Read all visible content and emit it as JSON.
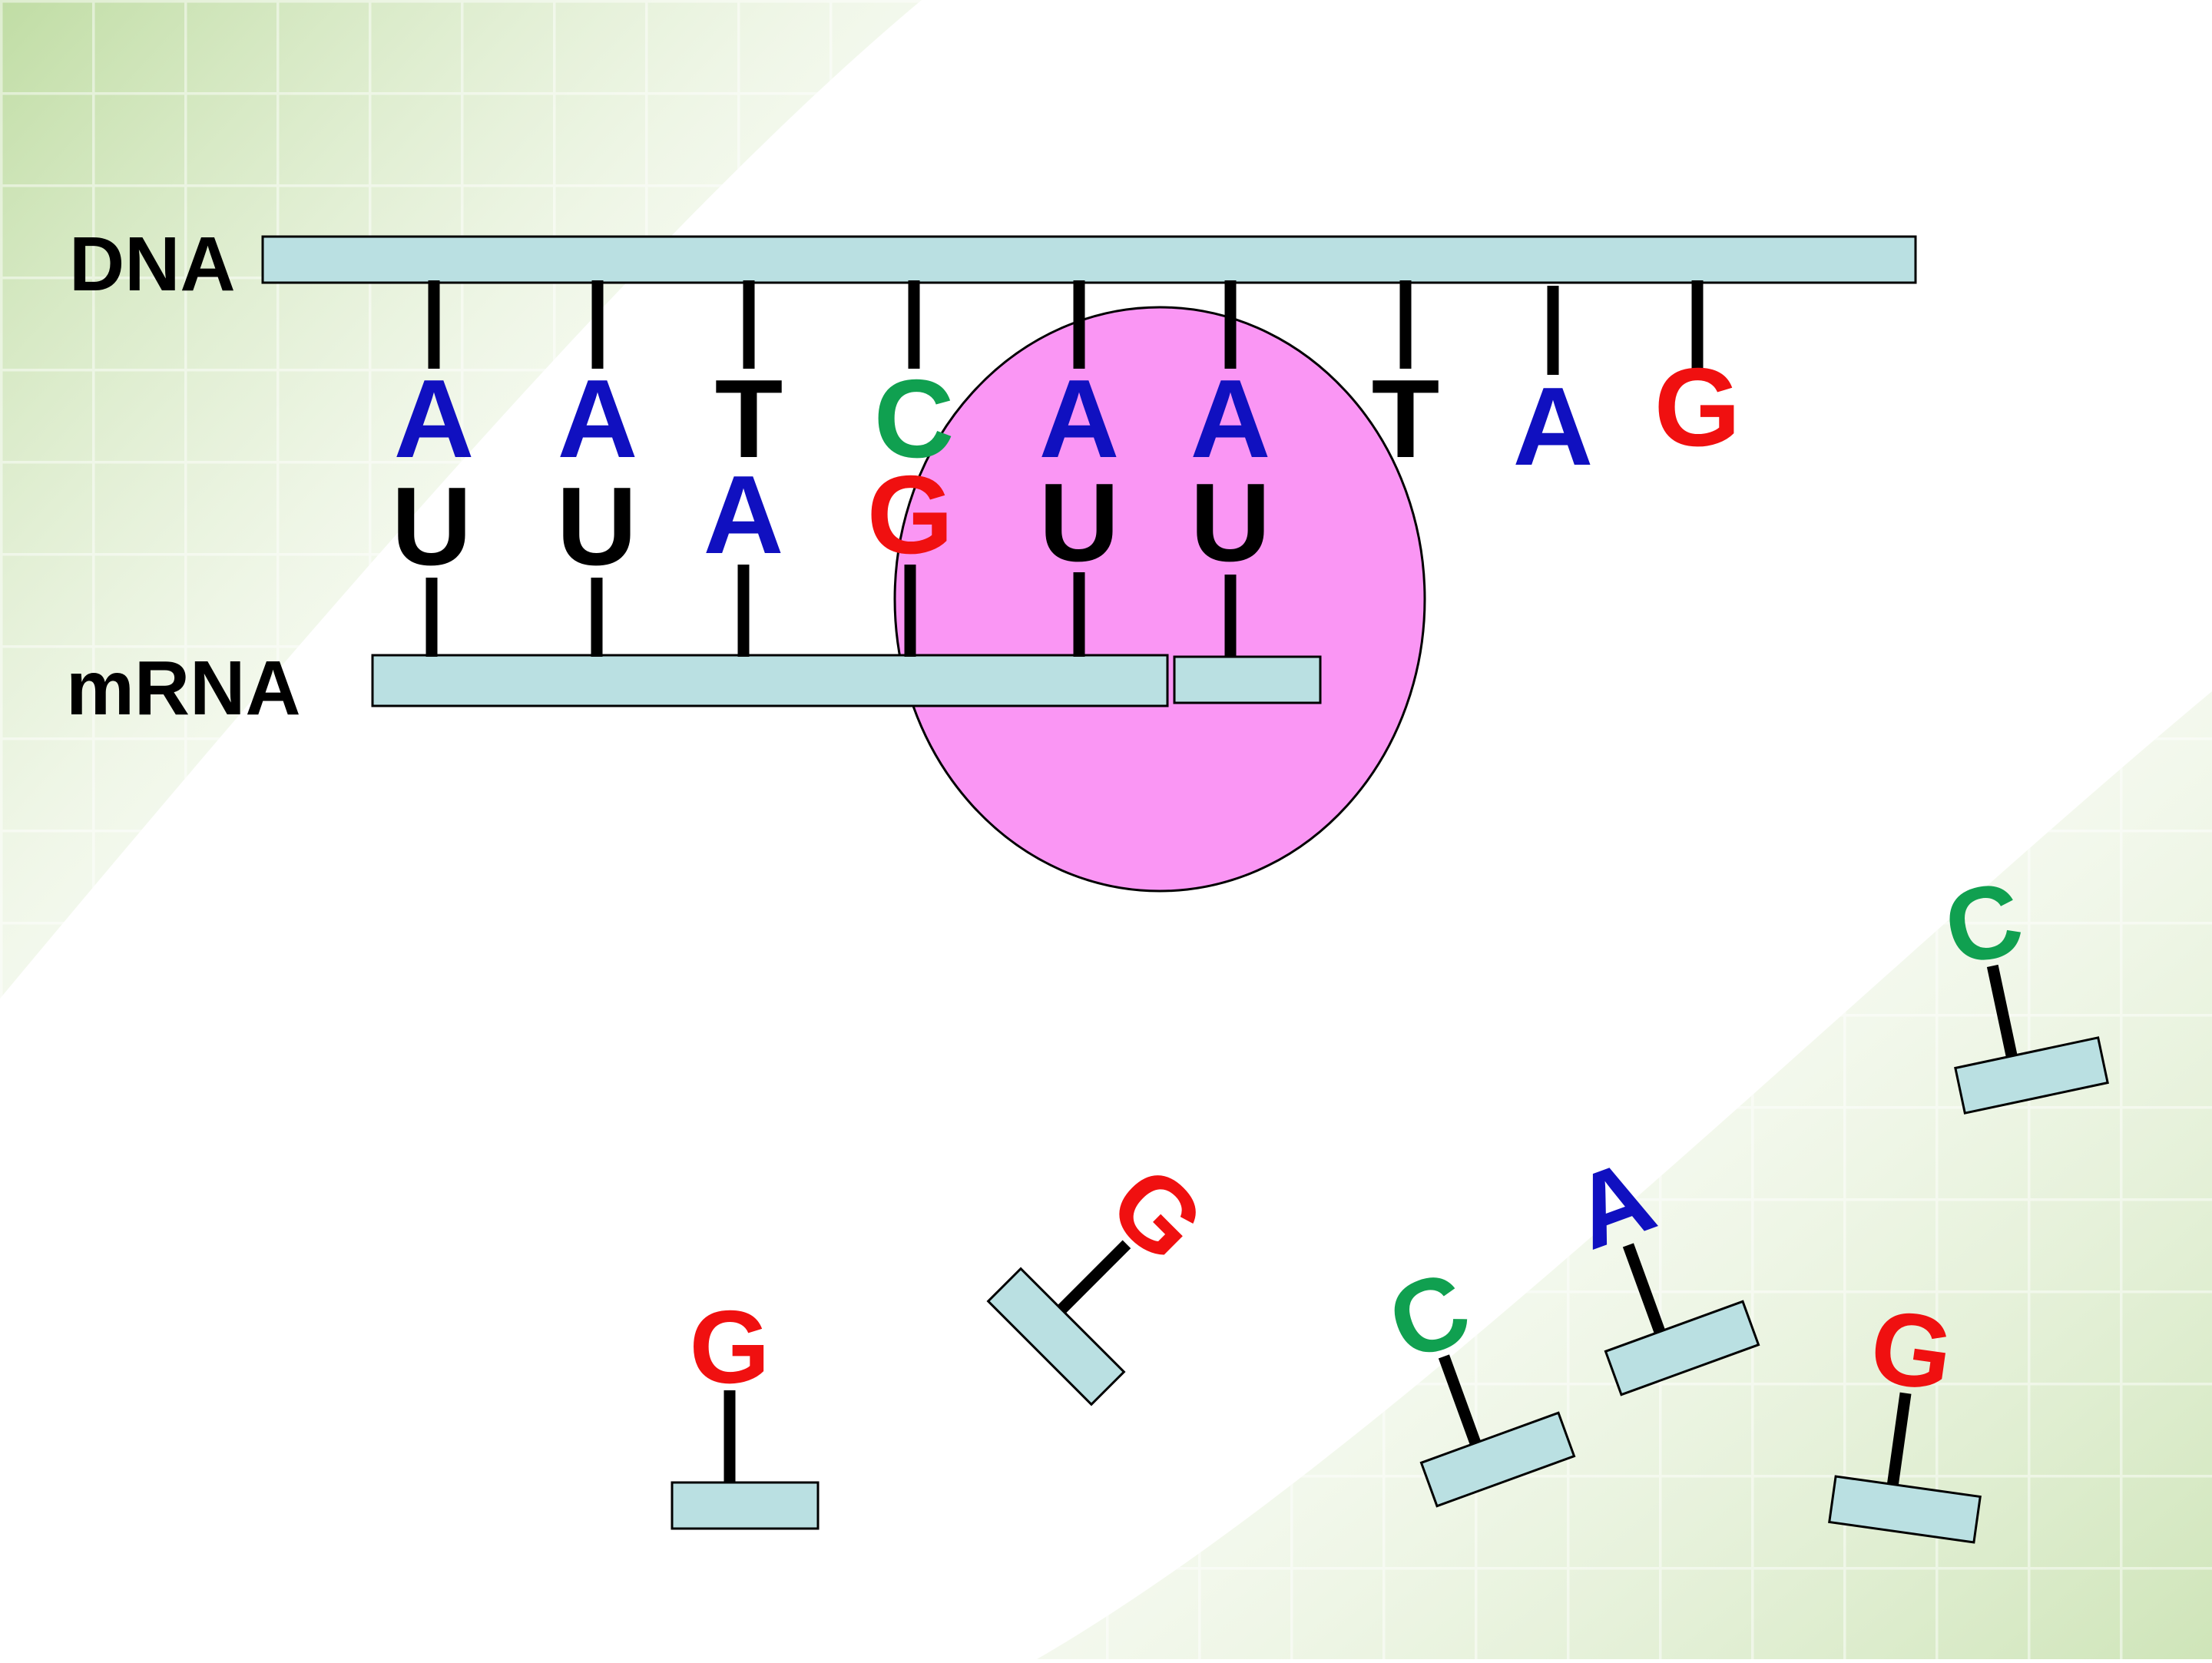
{
  "labels": {
    "dna": "DNA",
    "mrna": "mRNA"
  },
  "colors": {
    "A": "#1010c0",
    "T": "#000000",
    "C": "#10a050",
    "G": "#f01010",
    "U": "#000000",
    "strand_fill": "#bae0e2",
    "rna_polymerase": "#fa96f4"
  },
  "dna_template_bases": [
    "A",
    "A",
    "T",
    "C",
    "A",
    "A",
    "T",
    "A",
    "G"
  ],
  "mrna_bases": [
    "U",
    "U",
    "A",
    "G",
    "U",
    "U"
  ],
  "free_nucleotides": [
    "G",
    "G",
    "C",
    "A",
    "G",
    "C"
  ]
}
